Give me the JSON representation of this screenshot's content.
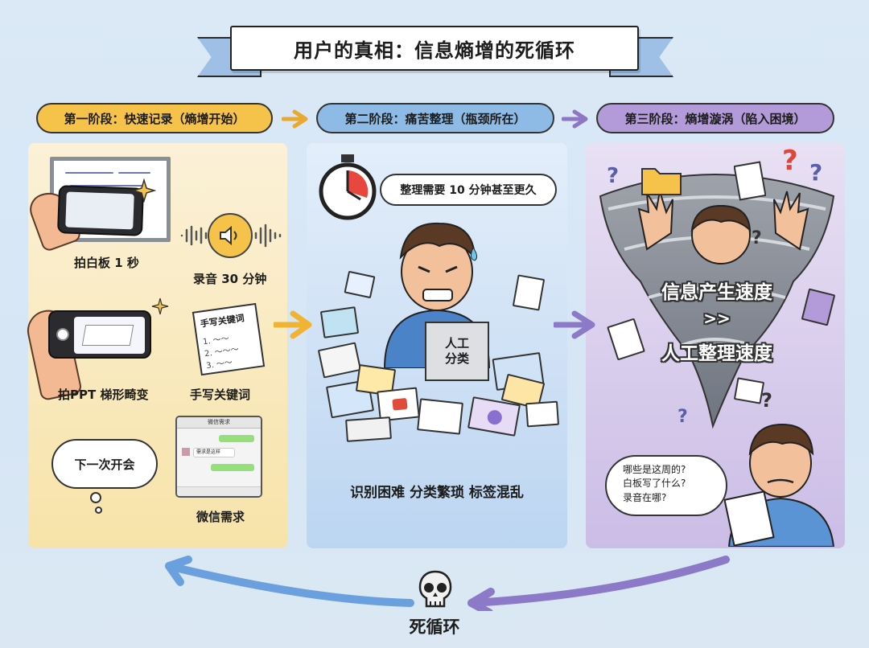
{
  "title": "用户的真相：信息熵增的死循环",
  "stages": [
    {
      "label": "第一阶段：快速记录（熵增开始）",
      "color": "#f6c34a"
    },
    {
      "label": "第二阶段：痛苦整理（瓶颈所在）",
      "color": "#8dbbe6"
    },
    {
      "label": "第三阶段：熵增漩涡（陷入困境）",
      "color": "#b29bd8"
    }
  ],
  "stage1": {
    "items": [
      {
        "caption": "拍白板 1 秒",
        "icon": "whiteboard-photo-icon"
      },
      {
        "caption": "录音 30 分钟",
        "icon": "audio-speaker-icon"
      },
      {
        "caption": "拍PPT 梯形畸变",
        "icon": "ppt-photo-icon"
      },
      {
        "caption": "手写关键词",
        "icon": "handwritten-note-icon"
      },
      {
        "caption": "微信需求",
        "icon": "wechat-chat-icon"
      }
    ],
    "thought_bubble": "下一次开会",
    "note_title": "手写关键词",
    "chat_title": "微信需求",
    "chat_message": "需求是这样"
  },
  "stage2": {
    "timer_text": "整理需要 10 分钟甚至更久",
    "box_label_line1": "人工",
    "box_label_line2": "分类",
    "caption": "识别困难 分类繁琐 标签混乱"
  },
  "stage3": {
    "line1": "信息产生速度",
    "line2": ">>",
    "line3": "人工整理速度",
    "questions": [
      "哪些是这周的?",
      "白板写了什么?",
      "录音在哪?"
    ]
  },
  "loop": {
    "label": "死循环",
    "icon": "skull-icon"
  },
  "colors": {
    "yellow": "#f6c34a",
    "blue": "#8dbbe6",
    "purple": "#b29bd8"
  }
}
